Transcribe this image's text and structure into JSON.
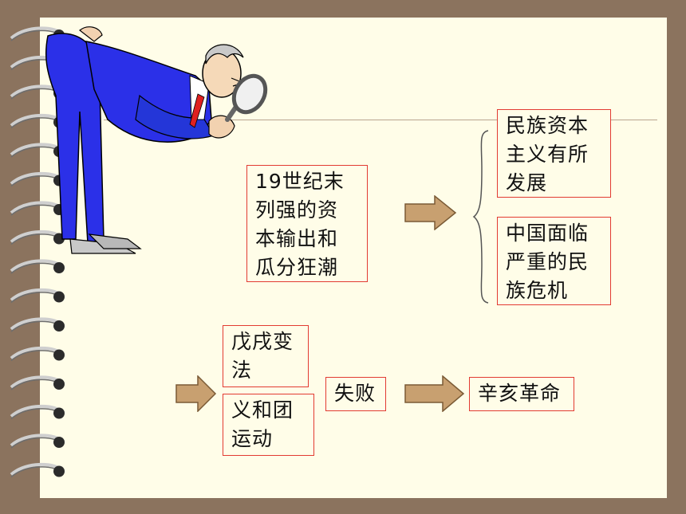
{
  "boxes": {
    "cause": [
      "19世纪末",
      "列强的资",
      "本输出和",
      "瓜分狂潮"
    ],
    "result1": [
      "民族资本",
      "主义有所",
      "发展"
    ],
    "result2": [
      "中国面临",
      "严重的民",
      "族危机"
    ],
    "reform": [
      "戊戌变",
      "法"
    ],
    "boxer": [
      "义和团",
      "运动"
    ],
    "failure": "失败",
    "revolution": "辛亥革命"
  },
  "colors": {
    "frame": "#8b735e",
    "page": "#fffde8",
    "box_border": "#e23b32",
    "arrow": "#c8a070"
  }
}
